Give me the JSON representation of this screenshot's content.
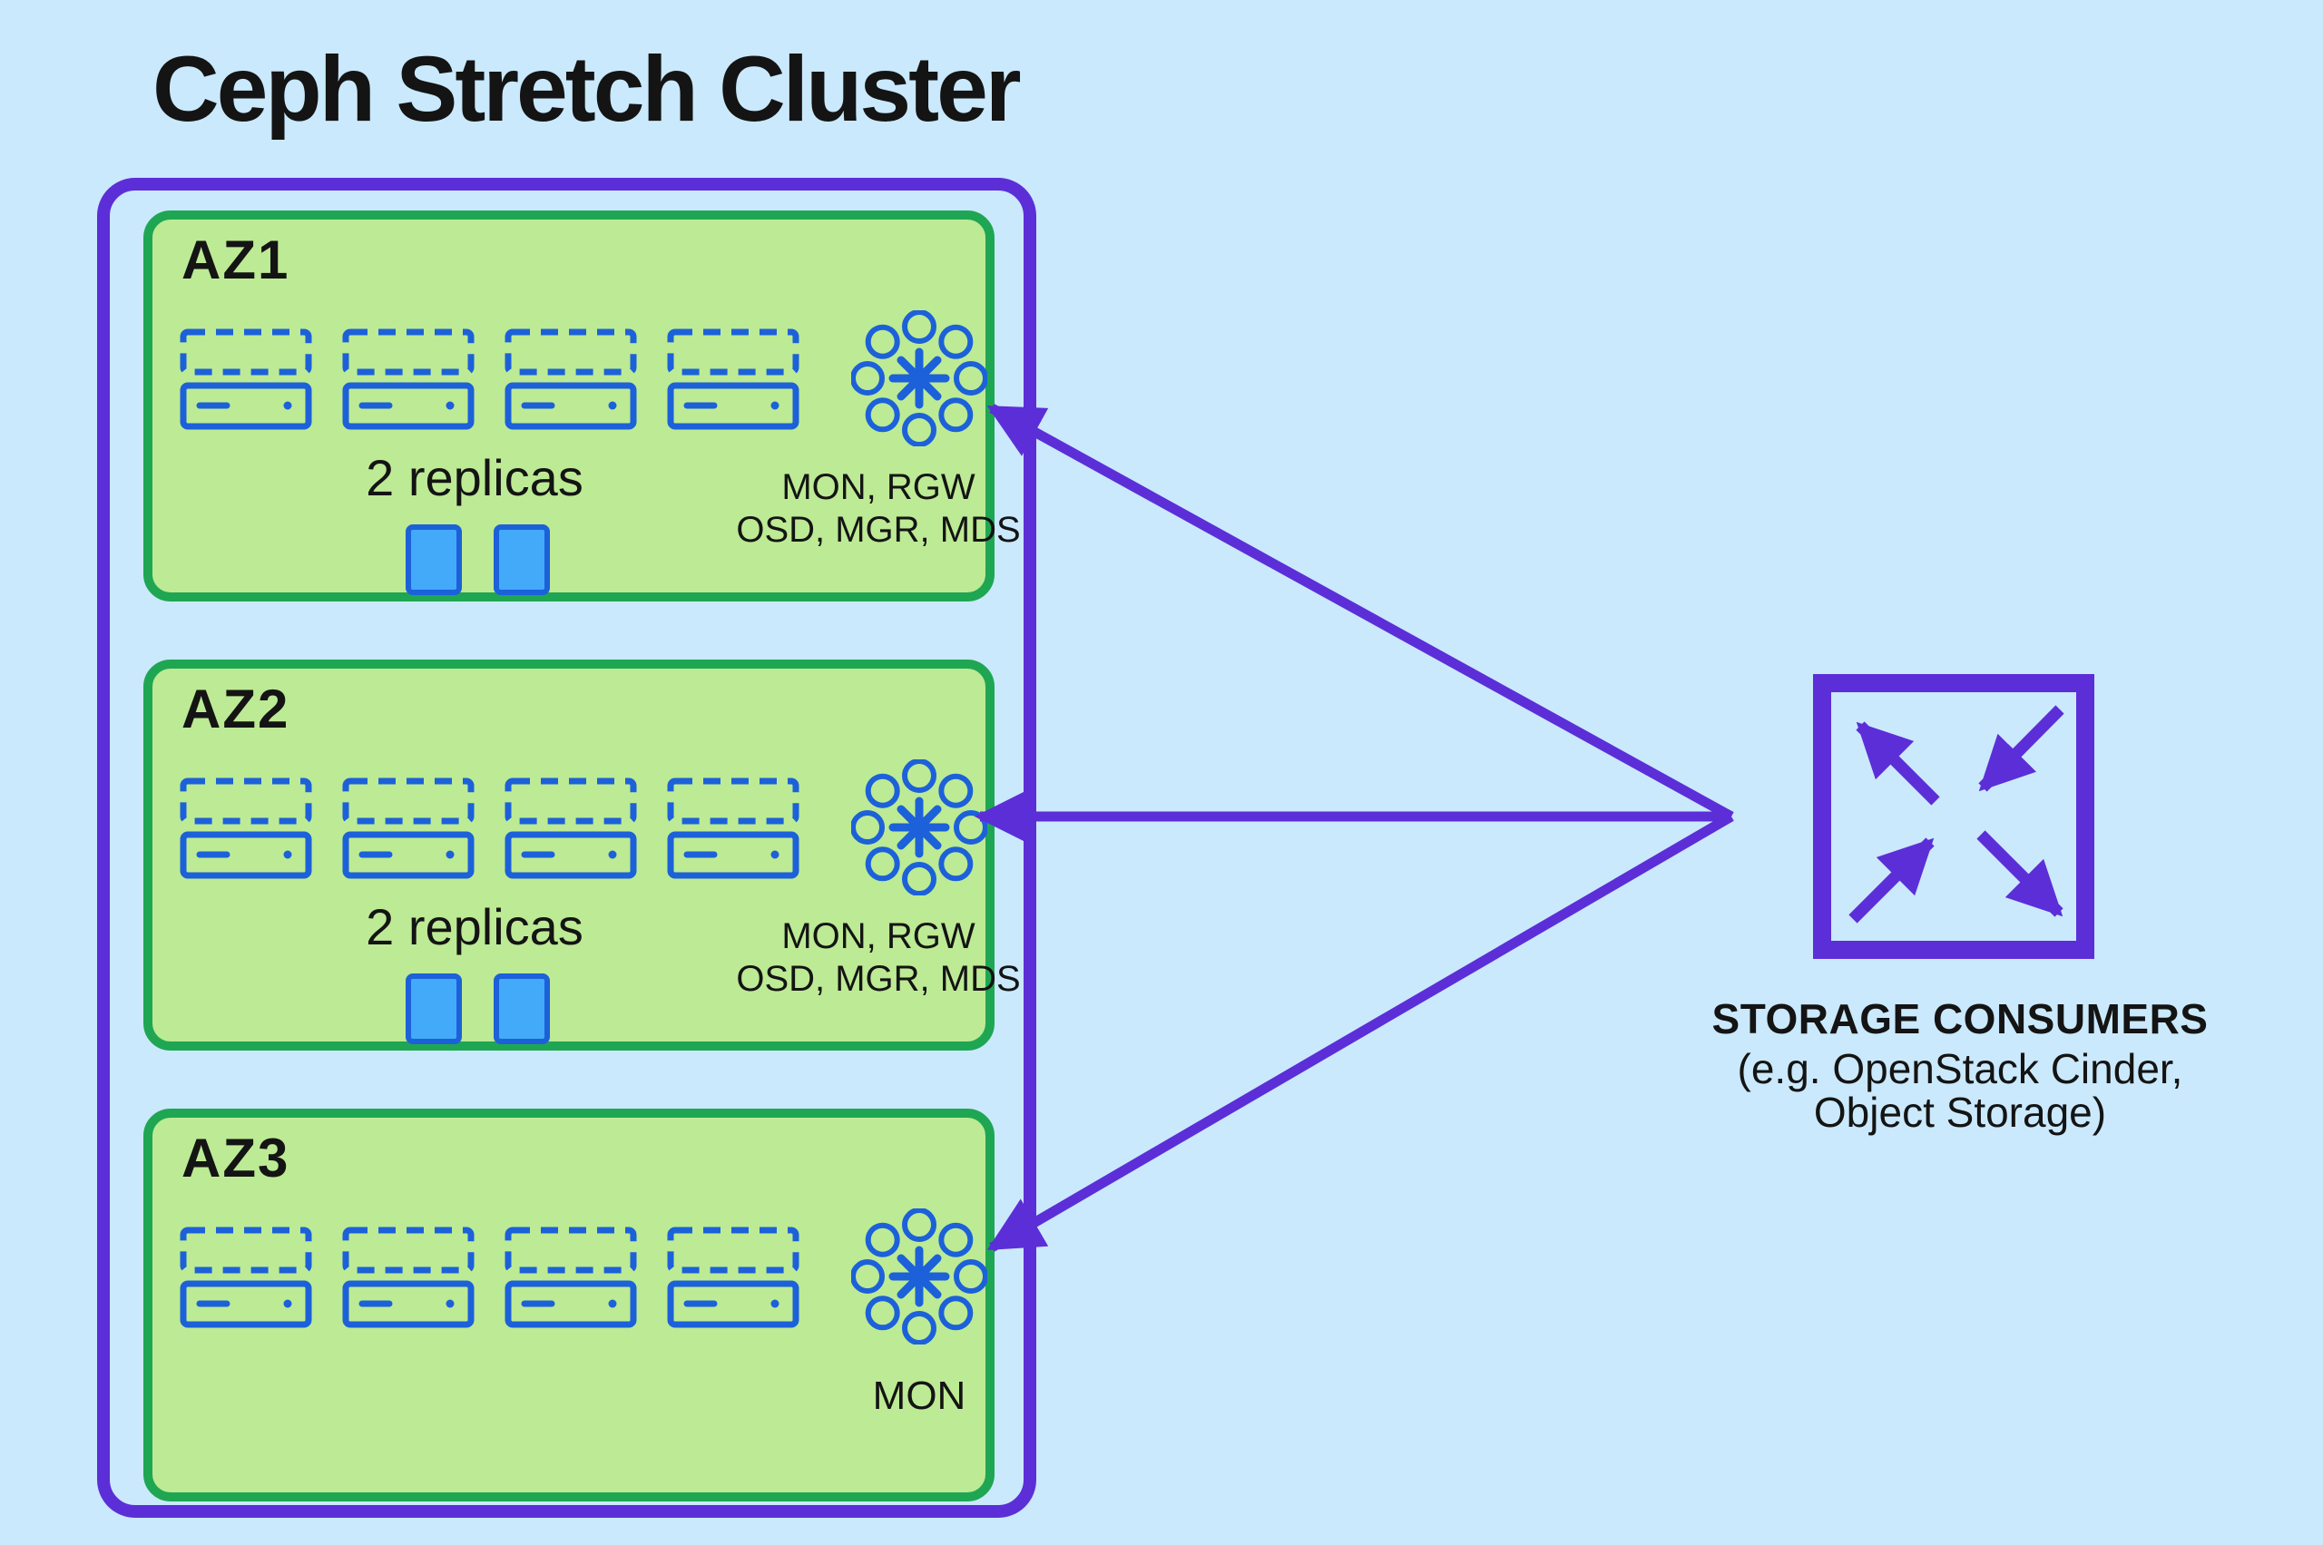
{
  "diagram_title": "Ceph Stretch Cluster",
  "zones": [
    {
      "label": "AZ1",
      "replicas_label": "2 replicas",
      "replica_square_count": 2,
      "server_count": 4,
      "services_line1": "MON, RGW",
      "services_line2": "OSD, MGR, MDS"
    },
    {
      "label": "AZ2",
      "replicas_label": "2 replicas",
      "replica_square_count": 2,
      "server_count": 4,
      "services_line1": "MON, RGW",
      "services_line2": "OSD, MGR, MDS"
    },
    {
      "label": "AZ3",
      "replica_square_count": 0,
      "server_count": 4,
      "services_line1": "MON"
    }
  ],
  "storage_consumers": {
    "title": "STORAGE CONSUMERS",
    "subtitle_line1": "(e.g. OpenStack Cinder,",
    "subtitle_line2": "Object Storage)"
  },
  "colors": {
    "background": "#cae9fc",
    "purple": "#5c2ed8",
    "zone_border_green": "#1fa653",
    "zone_fill_green": "#bdea94",
    "icon_blue": "#1c61d9",
    "replica_square_fill": "#42aaf8",
    "text": "#141414"
  }
}
